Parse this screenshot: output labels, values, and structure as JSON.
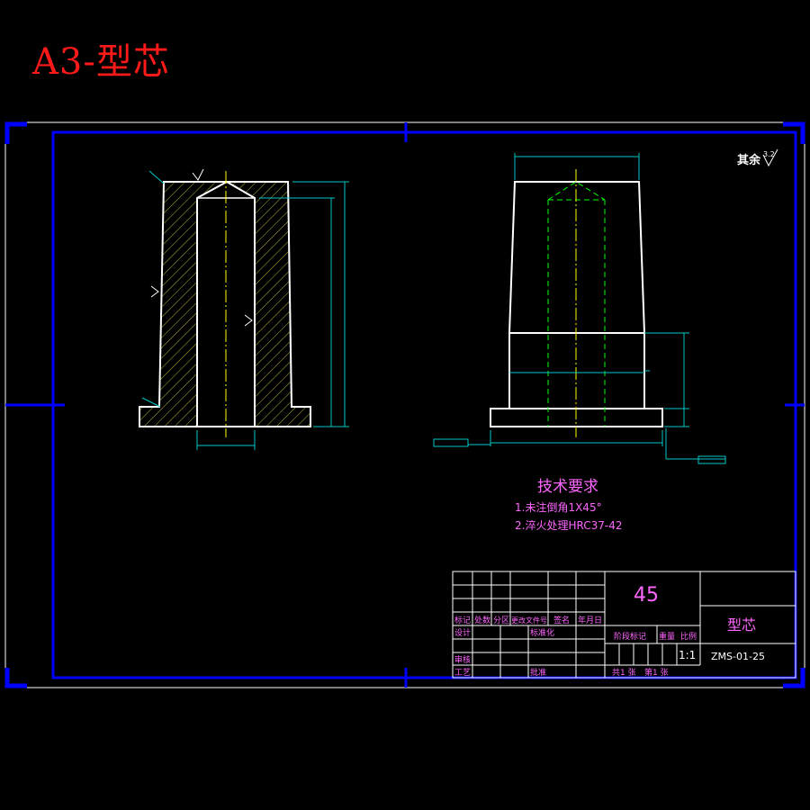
{
  "sheet": {
    "label": "A3-型芯"
  },
  "drawing": {
    "other_surfaces_label": "其余",
    "roughness_value": "3.2"
  },
  "tech_requirements": {
    "heading": "技术要求",
    "items": [
      "1.未注倒角1X45°",
      "2.淬火处理HRC37-42"
    ]
  },
  "title_block": {
    "material": "45",
    "part_name": "型芯",
    "drawing_no": "ZMS-01-25",
    "scale": "1:1",
    "headers": {
      "mark": "标记",
      "count": "处数",
      "zone": "分区",
      "change_doc": "更改文件号",
      "signature": "签名",
      "date": "年月日",
      "design": "设计",
      "standardize": "标准化",
      "stage_mark": "阶段标记",
      "weight": "重量",
      "scale_label": "比例",
      "review": "审核",
      "process": "工艺",
      "approve": "批准",
      "sheets_total": "共1 张",
      "sheet_no": "第1 张"
    }
  },
  "colors": {
    "frame": "#0000ff",
    "outline": "#ffffff",
    "hatch": "#b5b53a",
    "centerline": "#ffff00",
    "dimension": "#00c8c8",
    "text_magenta": "#ff66ff",
    "title": "#ff1a1a",
    "hidden": "#00ff00"
  }
}
